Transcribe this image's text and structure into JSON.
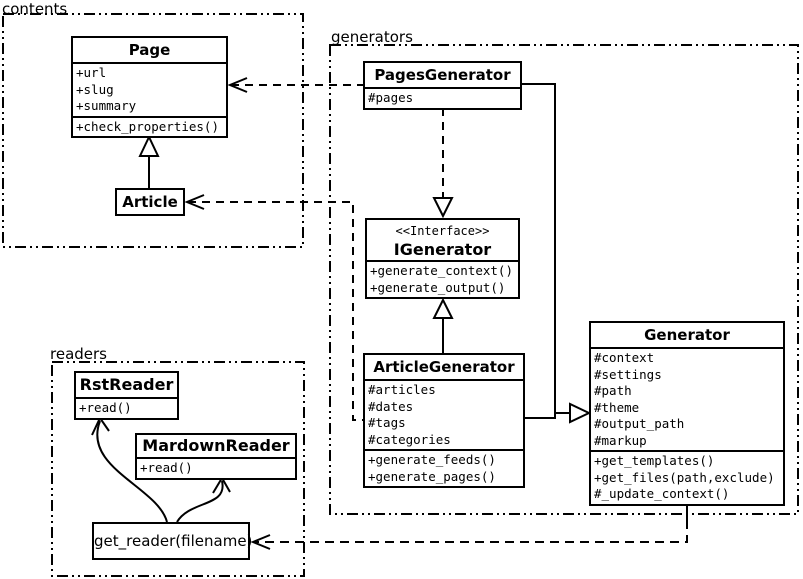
{
  "colors": {
    "line": "#000000",
    "background": "#ffffff"
  },
  "packages": {
    "contents": {
      "label": "contents"
    },
    "generators": {
      "label": "generators"
    },
    "readers": {
      "label": "readers"
    }
  },
  "classes": {
    "page": {
      "title": "Page",
      "attributes": [
        "+url",
        "+slug",
        "+summary"
      ],
      "methods": [
        "+check_properties()"
      ]
    },
    "article": {
      "title": "Article"
    },
    "pages_generator": {
      "title": "PagesGenerator",
      "attributes": [
        "#pages"
      ]
    },
    "igenerator": {
      "stereotype": "<<Interface>>",
      "title": "IGenerator",
      "methods": [
        "+generate_context()",
        "+generate_output()"
      ]
    },
    "article_generator": {
      "title": "ArticleGenerator",
      "attributes": [
        "#articles",
        "#dates",
        "#tags",
        "#categories"
      ],
      "methods": [
        "+generate_feeds()",
        "+generate_pages()"
      ]
    },
    "generator": {
      "title": "Generator",
      "attributes": [
        "#context",
        "#settings",
        "#path",
        "#theme",
        "#output_path",
        "#markup"
      ],
      "methods": [
        "+get_templates()",
        "+get_files(path,exclude)",
        "#_update_context()"
      ]
    },
    "rst_reader": {
      "title": "RstReader",
      "methods": [
        "+read()"
      ]
    },
    "mardown_reader": {
      "title": "MardownReader",
      "methods": [
        "+read()"
      ]
    },
    "get_reader": {
      "title": "get_reader(filename)"
    }
  }
}
